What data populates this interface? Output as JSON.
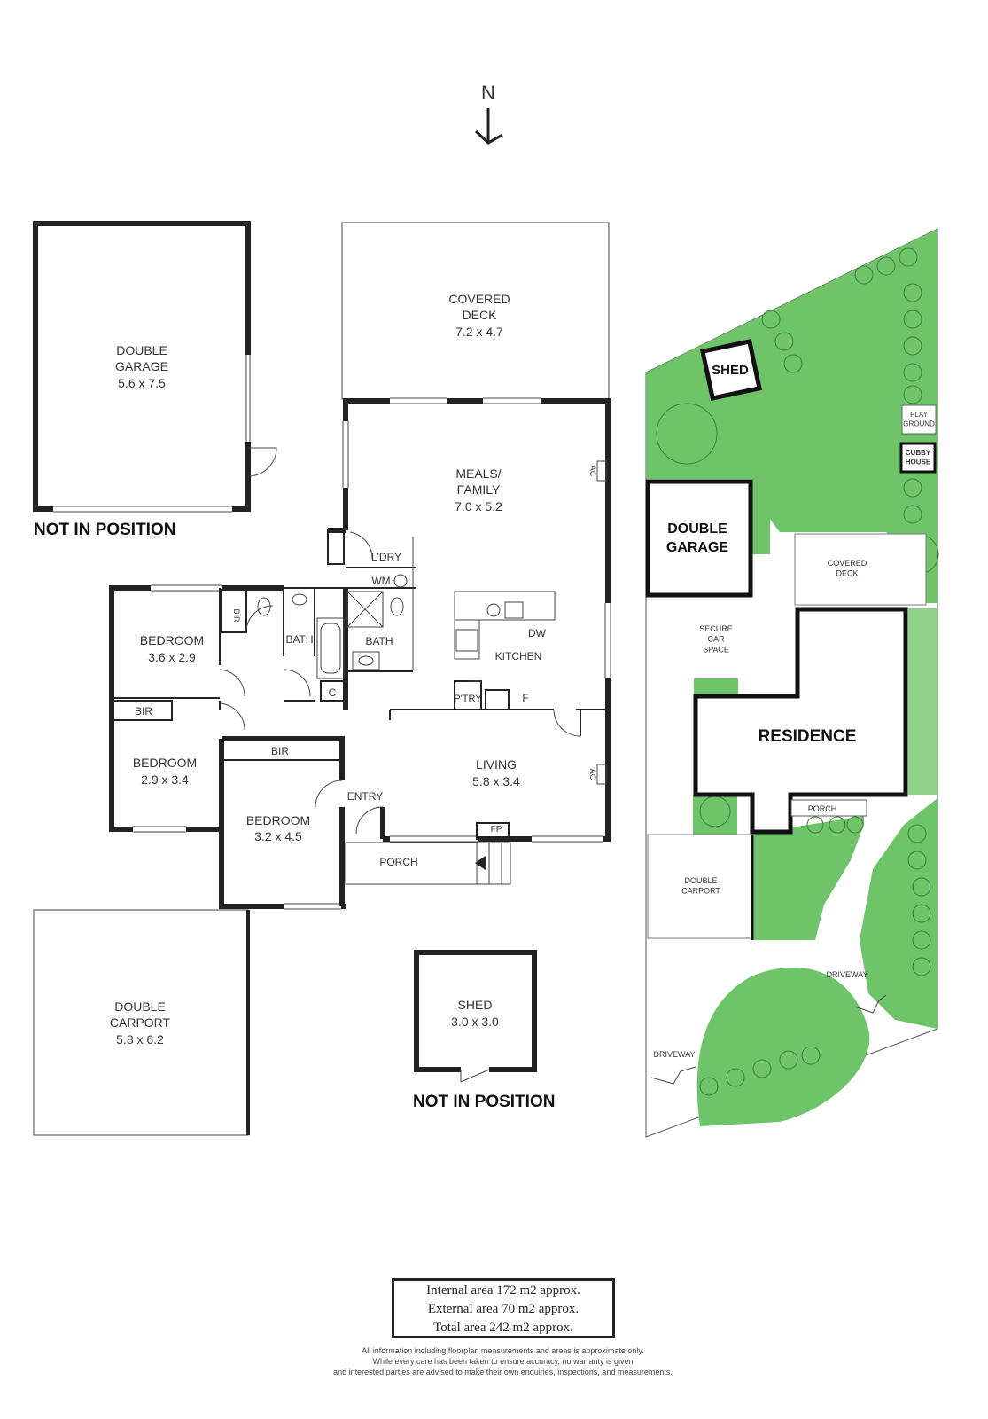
{
  "compass": {
    "label": "N"
  },
  "floorplan": {
    "rooms": [
      {
        "id": "double-garage",
        "name": "DOUBLE\nGARAGE",
        "dims": "5.6 x 7.5"
      },
      {
        "id": "covered-deck",
        "name": "COVERED\nDECK",
        "dims": "7.2 x 4.7"
      },
      {
        "id": "meals-family",
        "name": "MEALS/\nFAMILY",
        "dims": "7.0 x 5.2"
      },
      {
        "id": "bedroom-1",
        "name": "BEDROOM",
        "dims": "3.6 x 2.9"
      },
      {
        "id": "bedroom-2",
        "name": "BEDROOM",
        "dims": "2.9 x 3.4"
      },
      {
        "id": "bedroom-3",
        "name": "BEDROOM",
        "dims": "3.2 x 4.5"
      },
      {
        "id": "living",
        "name": "LIVING",
        "dims": "5.8 x 3.4"
      },
      {
        "id": "double-carport",
        "name": "DOUBLE\nCARPORT",
        "dims": "5.8 x 6.2"
      },
      {
        "id": "shed",
        "name": "SHED",
        "dims": "3.0 x 3.0"
      }
    ],
    "labels": {
      "laundry": "L'DRY",
      "wm": "WM",
      "bir1": "BIR",
      "bir2": "BIR",
      "bir3": "BIR",
      "bath1": "BATH",
      "bath2": "BATH",
      "c": "C",
      "kitchen": "KITCHEN",
      "dw": "DW",
      "pantry": "P'TRY",
      "f": "F",
      "ac1": "AC",
      "ac2": "AC",
      "entry": "ENTRY",
      "fp": "FP",
      "porch": "PORCH"
    },
    "not_in_position_1": "NOT IN POSITION",
    "not_in_position_2": "NOT IN POSITION"
  },
  "site": {
    "shed": "SHED",
    "play_ground": "PLAY\nGROUND",
    "cubby_house": "CUBBY\nHOUSE",
    "double_garage": "DOUBLE\nGARAGE",
    "covered_deck": "COVERED\nDECK",
    "secure_car_space": "SECURE\nCAR\nSPACE",
    "residence": "RESIDENCE",
    "porch": "PORCH",
    "double_carport": "DOUBLE\nCARPORT",
    "driveway_1": "DRIVEWAY",
    "driveway_2": "DRIVEWAY"
  },
  "areas": {
    "internal": "Internal area 172 m2 approx.",
    "external": "External area 70 m2 approx.",
    "total": "Total area 242 m2 approx."
  },
  "disclaimer": [
    "All information including floorplan measurements and areas is approximate only.",
    "While every care has been taken to ensure accuracy, no warranty is given",
    "and interested parties are advised to make their own enquiries, inspections, and measurements."
  ],
  "colors": {
    "lawn": "#6fc46a",
    "wall": "#222222",
    "text": "#333333"
  }
}
